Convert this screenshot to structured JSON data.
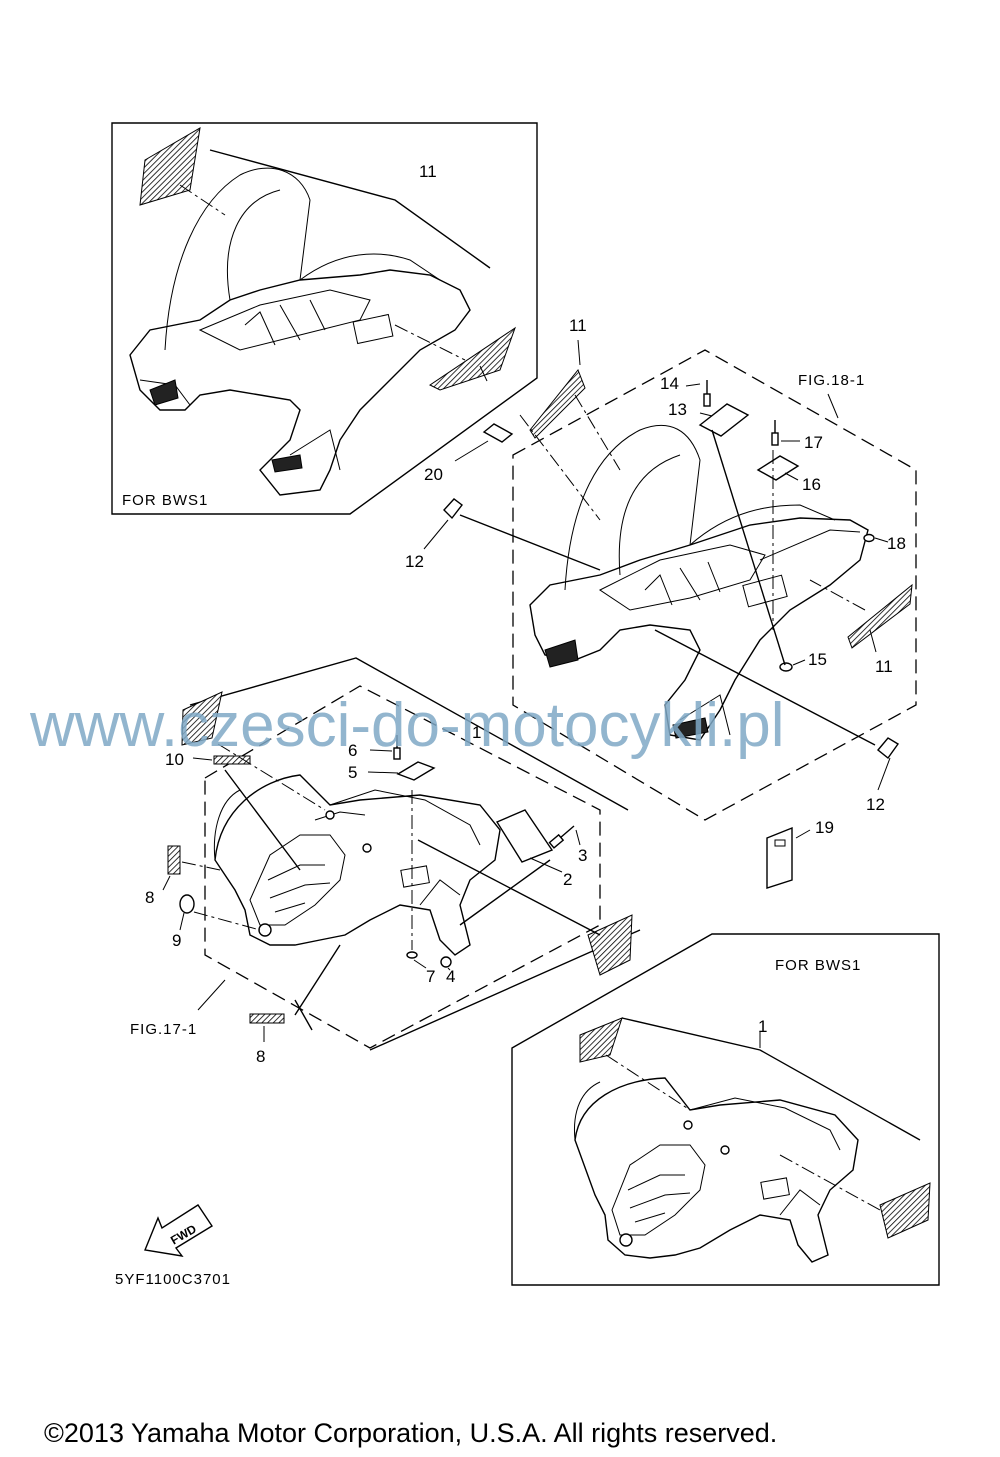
{
  "callouts": {
    "c1_top": "1",
    "c1_box": "1",
    "c2": "2",
    "c3": "3",
    "c4": "4",
    "c5": "5",
    "c6": "6",
    "c7": "7",
    "c8_a": "8",
    "c8_b": "8",
    "c9": "9",
    "c10": "10",
    "c11_box": "11",
    "c11_a": "11",
    "c11_b": "11",
    "c12_a": "12",
    "c12_b": "12",
    "c13": "13",
    "c14": "14",
    "c15": "15",
    "c16": "16",
    "c17": "17",
    "c18": "18",
    "c19": "19",
    "c20": "20"
  },
  "labels": {
    "for_bws1_top": "FOR  BWS1",
    "for_bws1_bottom": "FOR  BWS1",
    "fig_18_1": "FIG.18-1",
    "fig_17_1": "FIG.17-1",
    "fwd_arrow": "FWD",
    "diagram_code": "5YF1100C3701"
  },
  "watermark": "www.czesci-do-motocykli.pl",
  "copyright": "©2013 Yamaha Motor Corporation, U.S.A. All rights reserved.",
  "colors": {
    "watermark": "#7fa9c6",
    "line": "#000000",
    "background": "#ffffff"
  }
}
